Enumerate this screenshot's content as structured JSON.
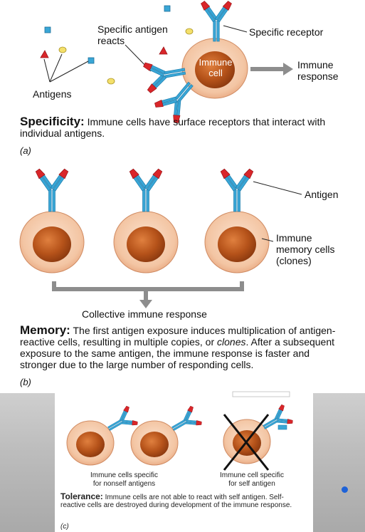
{
  "panel_a": {
    "label_specific_antigen": "Specific antigen\nreacts",
    "label_specific_receptor": "Specific receptor",
    "label_immune_cell": "Immune\ncell",
    "label_immune_response": "Immune\nresponse",
    "label_antigens": "Antigens",
    "heading_bold": "Specificity:",
    "heading_text": "Immune cells have surface receptors that interact with individual antigens.",
    "sublabel": "(a)"
  },
  "panel_b": {
    "label_antigen": "Antigen",
    "label_memory": "Immune\nmemory cells\n(clones)",
    "label_collective": "Collective immune response",
    "heading_bold": "Memory:",
    "heading_text_1": "The first antigen exposure induces multiplication of antigen-reactive cells, resulting in multiple copies, or",
    "heading_italic": "clones",
    "heading_text_2": ". After a subsequent exposure to the same antigen, the immune response is faster and stronger due to the large number of responding cells.",
    "sublabel": "(b)"
  },
  "panel_c": {
    "label_nonself": "Immune cells specific\nfor nonself antigens",
    "label_self": "Immune cell specific\nfor self antigen",
    "heading_bold": "Tolerance:",
    "heading_text": "Immune cells are not able to react with self antigen. Self-reactive cells are destroyed during development of the immune response.",
    "sublabel": "(c)"
  },
  "colors": {
    "cell_membrane": "#f2c3a0",
    "nucleus": "#b9541b",
    "receptor_blue": "#39a6d6",
    "antigen_red": "#d9262a",
    "arrow_gray": "#8d8d8d",
    "page_indicator": "#1e62d8"
  }
}
